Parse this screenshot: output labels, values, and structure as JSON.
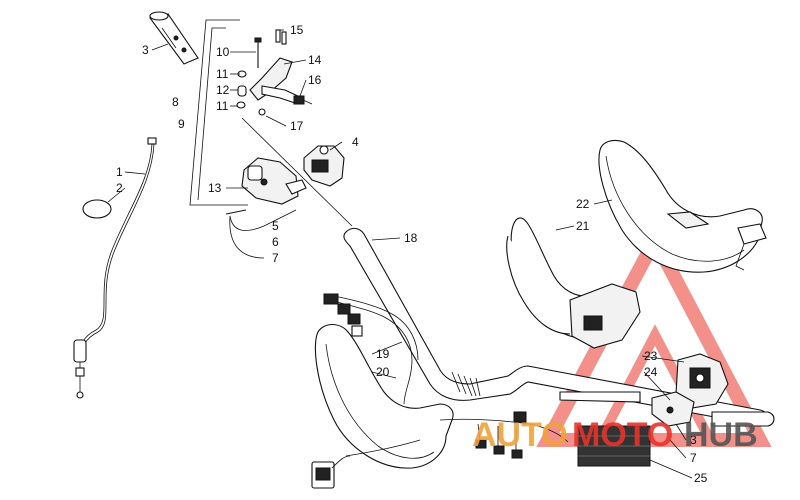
{
  "diagram": {
    "callouts": [
      "1",
      "2",
      "3",
      "4",
      "5",
      "6",
      "7",
      "8",
      "9",
      "10",
      "11",
      "11",
      "12",
      "13",
      "14",
      "15",
      "16",
      "17",
      "18",
      "19",
      "20",
      "21",
      "22",
      "23",
      "24",
      "3",
      "7",
      "25"
    ]
  },
  "watermark": {
    "part1": "AUTO",
    "part2": "MOTO",
    "part3": "HUB",
    "color_orange": "#f0a23a",
    "color_red": "#e8322b",
    "color_gray": "#555555"
  }
}
